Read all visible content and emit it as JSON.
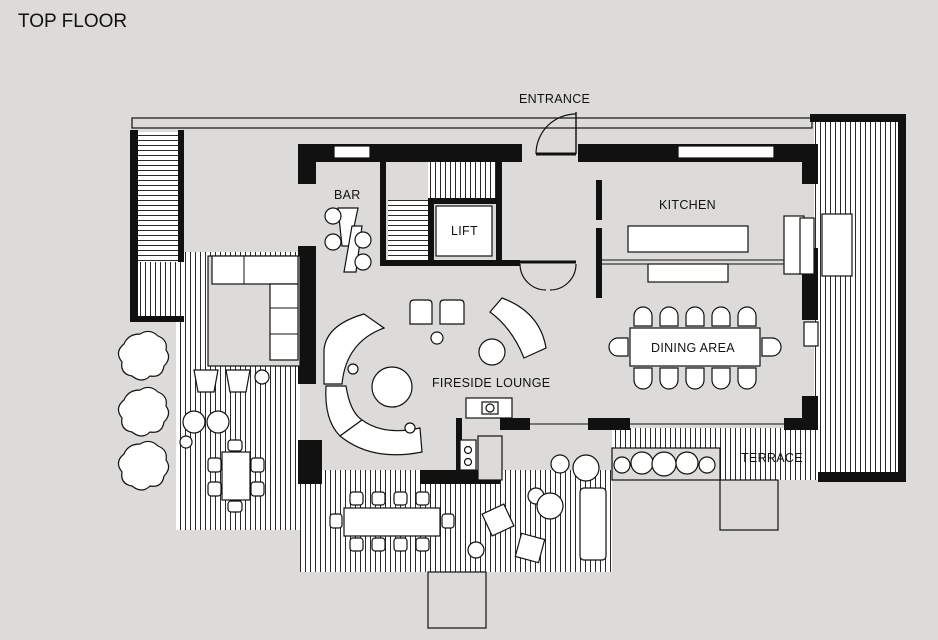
{
  "title": "TOP FLOOR",
  "rooms": {
    "entrance": "ENTRANCE",
    "bar": "BAR",
    "lift": "LIFT",
    "kitchen": "KITCHEN",
    "dining": "DINING AREA",
    "lounge": "FIRESIDE LOUNGE",
    "terrace": "TERRACE"
  }
}
